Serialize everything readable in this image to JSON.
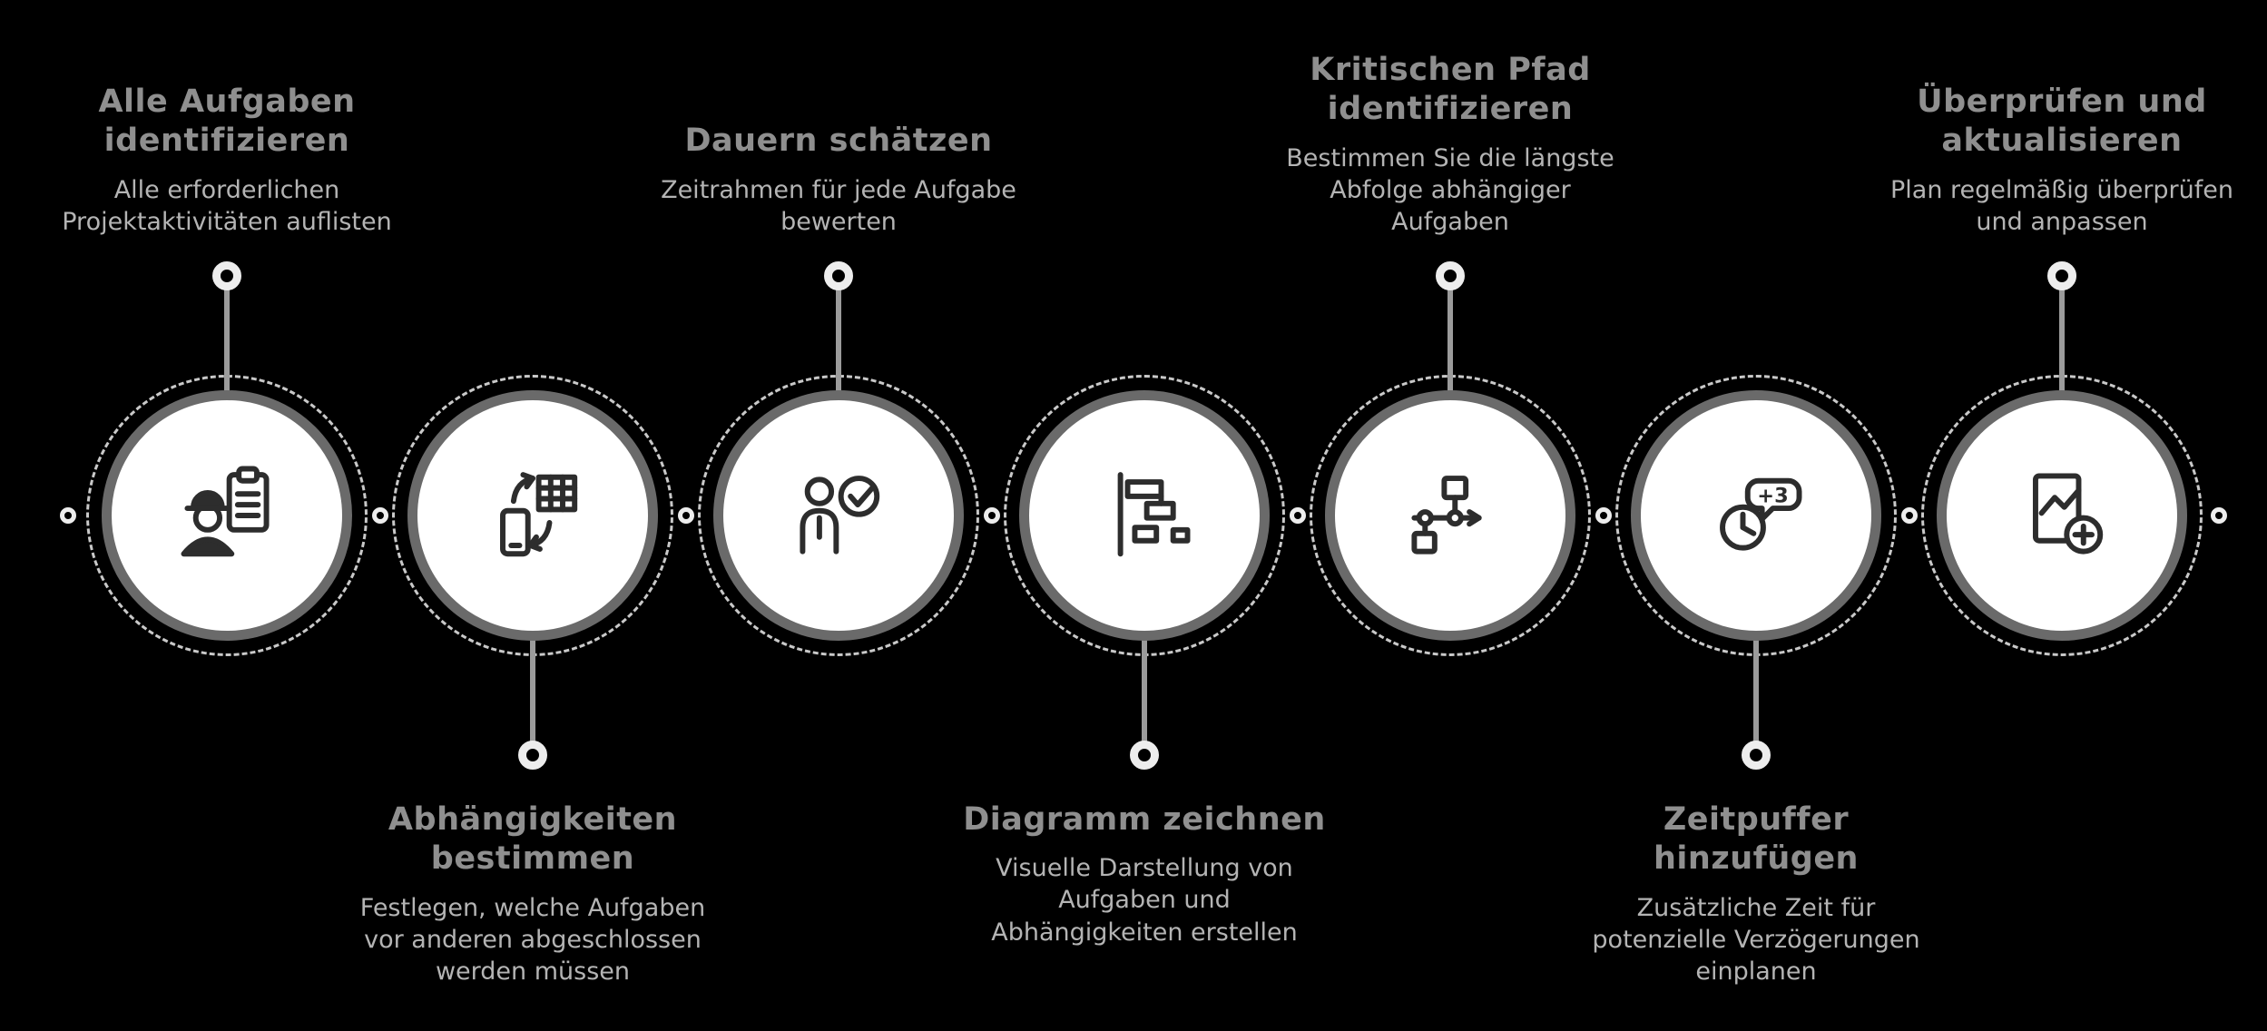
{
  "diagram": {
    "background_color": "#000000",
    "title_color": "#8f8f8f",
    "description_color": "#b4b4b4",
    "circle_fill": "#ffffff",
    "circle_ring_color": "#6a6a6a",
    "dashed_ring_color": "#c9c9c9",
    "connector_color": "#9b9b9b",
    "icon_stroke": "#2d2d2d"
  },
  "steps": [
    {
      "index": 1,
      "label_position": "top",
      "title": "Alle Aufgaben\nidentifizieren",
      "description": "Alle erforderlichen\nProjektaktivitäten auflisten",
      "icon": "worker-checklist-icon"
    },
    {
      "index": 2,
      "label_position": "bottom",
      "title": "Abhängigkeiten\nbestimmen",
      "description": "Festlegen, welche Aufgaben\nvor anderen abgeschlossen\nwerden müssen",
      "icon": "sync-table-icon"
    },
    {
      "index": 3,
      "label_position": "top",
      "title": "Dauern schätzen",
      "description": "Zeitrahmen für jede Aufgabe\nbewerten",
      "icon": "person-check-icon"
    },
    {
      "index": 4,
      "label_position": "bottom",
      "title": "Diagramm zeichnen",
      "description": "Visuelle Darstellung von\nAufgaben und\nAbhängigkeiten erstellen",
      "icon": "gantt-chart-icon"
    },
    {
      "index": 5,
      "label_position": "top",
      "title": "Kritischen Pfad\nidentifizieren",
      "description": "Bestimmen Sie die längste\nAbfolge abhängiger\nAufgaben",
      "icon": "flowchart-path-icon"
    },
    {
      "index": 6,
      "label_position": "bottom",
      "title": "Zeitpuffer\nhinzufügen",
      "description": "Zusätzliche Zeit für\npotenzielle Verzögerungen\neinplanen",
      "icon": "clock-buffer-icon",
      "badge": "+3"
    },
    {
      "index": 7,
      "label_position": "top",
      "title": "Überprüfen und\naktualisieren",
      "description": "Plan regelmäßig überprüfen\nund anpassen",
      "icon": "document-update-icon"
    }
  ]
}
